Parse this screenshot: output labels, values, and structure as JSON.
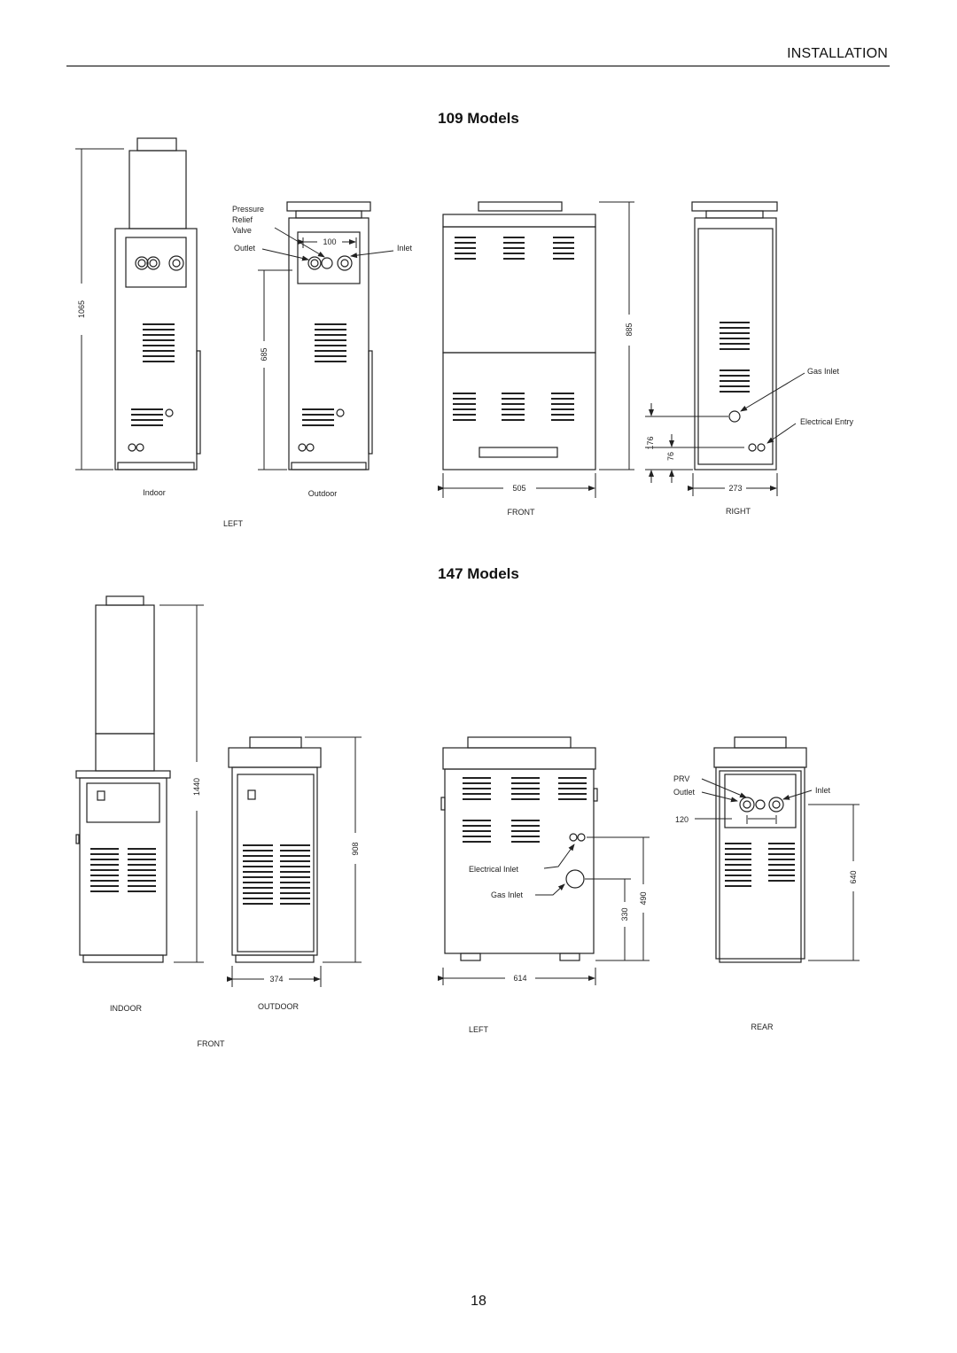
{
  "header": {
    "title": "INSTALLATION"
  },
  "models_109": {
    "title": "109 Models",
    "labels": {
      "pressure": "Pressure",
      "relief": "Relief",
      "valve": "Valve",
      "outlet": "Outlet",
      "inlet": "Inlet",
      "gas_inlet": "Gas Inlet",
      "electrical_entry": "Electrical Entry",
      "indoor": "Indoor",
      "outdoor": "Outdoor",
      "left": "LEFT",
      "front": "FRONT",
      "right": "RIGHT"
    },
    "dimensions": {
      "total_height": "1065",
      "outlet_height": "685",
      "pipe_spacing": "100",
      "front_height": "885",
      "gas_height": "176",
      "elec_height": "76",
      "front_width": "505",
      "right_width": "273"
    }
  },
  "models_147": {
    "title": "147 Models",
    "labels": {
      "prv": "PRV",
      "outlet": "Outlet",
      "inlet": "Inlet",
      "electrical_inlet": "Electrical Inlet",
      "gas_inlet": "Gas Inlet",
      "indoor": "INDOOR",
      "outdoor": "OUTDOOR",
      "front": "FRONT",
      "left": "LEFT",
      "rear": "REAR"
    },
    "dimensions": {
      "total_height": "1440",
      "outdoor_height": "908",
      "outdoor_width": "374",
      "elec_height": "490",
      "gas_height": "330",
      "left_width": "614",
      "rear_spacing": "120",
      "rear_height": "640"
    }
  },
  "footer": {
    "page_number": "18"
  }
}
